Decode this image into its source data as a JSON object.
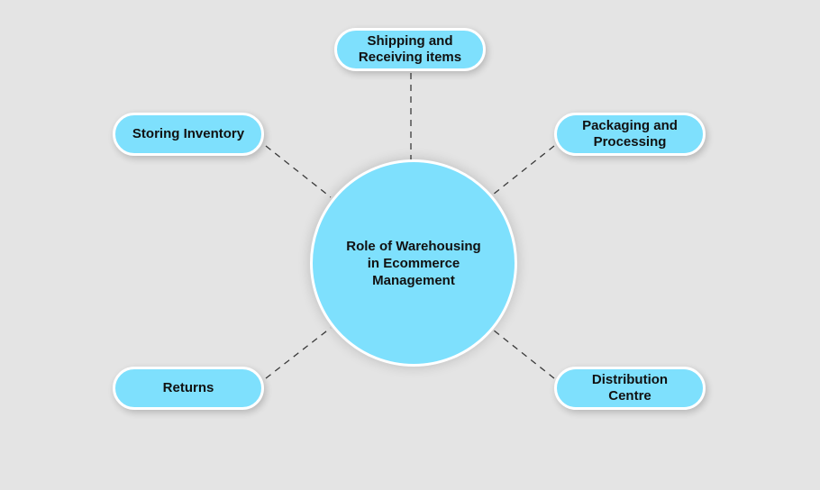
{
  "diagram": {
    "center": {
      "label": "Role of Warehousing in Ecommerce Management"
    },
    "nodes": [
      {
        "id": "shipping",
        "label": "Shipping and Receiving items"
      },
      {
        "id": "storing",
        "label": "Storing Inventory"
      },
      {
        "id": "packaging",
        "label": "Packaging and Processing"
      },
      {
        "id": "returns",
        "label": "Returns"
      },
      {
        "id": "distribution",
        "label": "Distribution Centre"
      }
    ],
    "colors": {
      "background": "#e4e4e4",
      "node_fill": "#7ee0fd",
      "node_border": "#ffffff",
      "connector": "#3a3a3a",
      "text": "#111111"
    }
  }
}
